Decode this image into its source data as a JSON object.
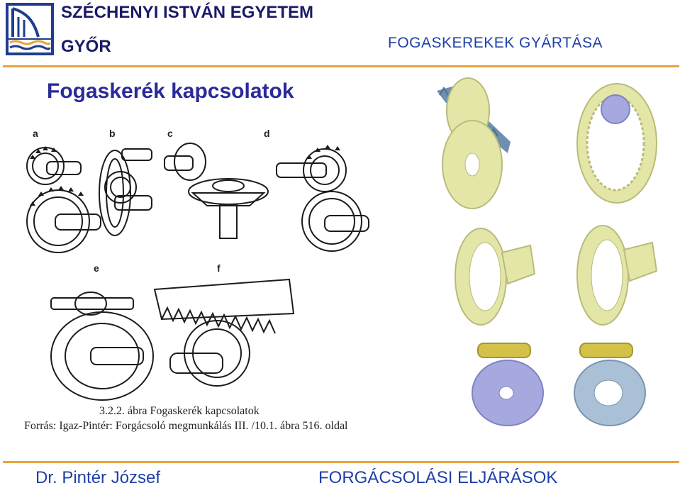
{
  "header": {
    "university": "SZÉCHENYI ISTVÁN EGYETEM",
    "city": "GYŐR",
    "course": "FOGASKEREKEK GYÁRTÁSA",
    "logo_icon": "university-logo-icon"
  },
  "slide": {
    "title": "Fogaskerék kapcsolatok"
  },
  "figure": {
    "panel_labels": [
      "a",
      "b",
      "c",
      "d",
      "e",
      "f"
    ],
    "caption": "3.2.2. ábra Fogaskerék kapcsolatok",
    "source": "Forrás: Igaz-Pintér: Forgácsoló megmunkálás III. /10.1. ábra 516. oldal"
  },
  "footer": {
    "author": "Dr. Pintér József",
    "subject": "FORGÁCSOLÁSI ELJÁRÁSOK"
  },
  "colors": {
    "title_text": "#2a2a9a",
    "header_text": "#1a1a66",
    "accent_rule": "#e8a33d",
    "gear_yellow": "#e4e6a8",
    "gear_blue": "#a6a9de",
    "gear_steel": "#6f8fb0",
    "gear_gold": "#d4c14a"
  }
}
